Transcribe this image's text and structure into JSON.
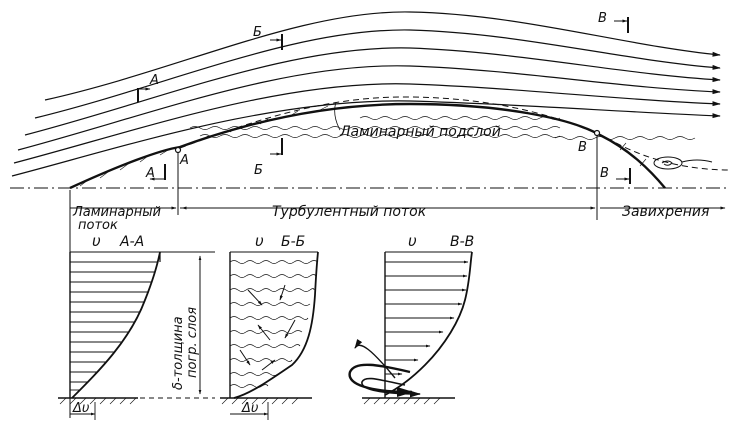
{
  "labels": {
    "laminar_sublayer": "Ламинарный подслой",
    "laminar_flow_line1": "Ламинарный",
    "laminar_flow_line2": "поток",
    "turbulent_flow": "Турбулентный поток",
    "vortex": "Завихрения",
    "point_a": "A",
    "point_b": "B",
    "section_a_top": "A",
    "section_a_bottom": "A",
    "section_b_top": "Б",
    "section_b_bottom": "Б",
    "section_v_top": "В",
    "section_v_bottom": "В",
    "profile_aa": "А-А",
    "profile_bb": "Б-Б",
    "profile_vv": "В-В",
    "velocity_1": "υ",
    "velocity_2": "υ",
    "velocity_3": "υ",
    "delta_v_1": "Δυ",
    "delta_v_2": "Δυ",
    "thickness_line1": "δ-толщина",
    "thickness_line2": "погр. слоя"
  },
  "colors": {
    "ink": "#111111",
    "background": "#ffffff"
  }
}
